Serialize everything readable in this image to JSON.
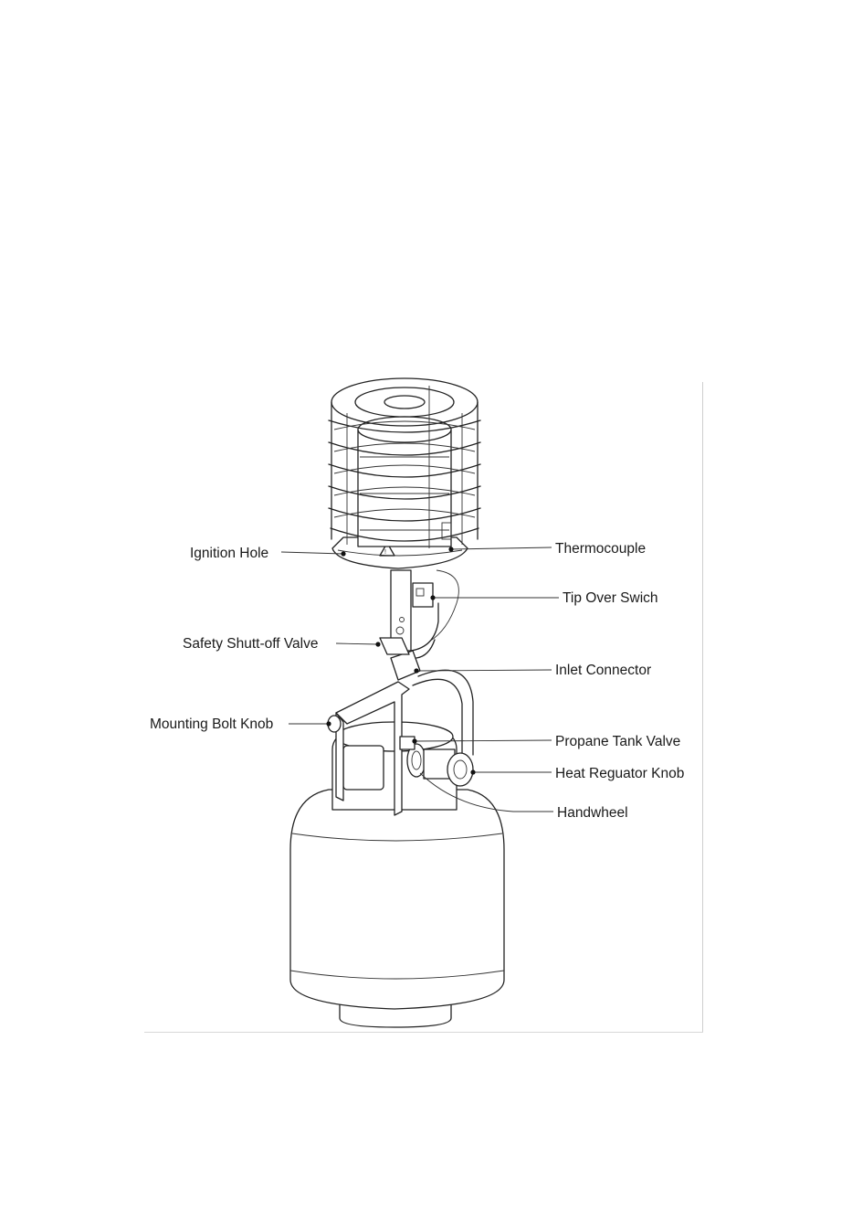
{
  "labels": {
    "ignition_hole": "Ignition Hole",
    "thermocouple": "Thermocouple",
    "tip_over_switch": "Tip Over Swich",
    "safety_valve": "Safety Shutt-off Valve",
    "inlet_connector": "Inlet Connector",
    "mounting_bolt_knob": "Mounting Bolt Knob",
    "propane_tank_valve": "Propane Tank Valve",
    "heat_regulator_knob": "Heat Reguator Knob",
    "handwheel": "Handwheel"
  },
  "colors": {
    "line": "#222222",
    "background": "#ffffff"
  }
}
